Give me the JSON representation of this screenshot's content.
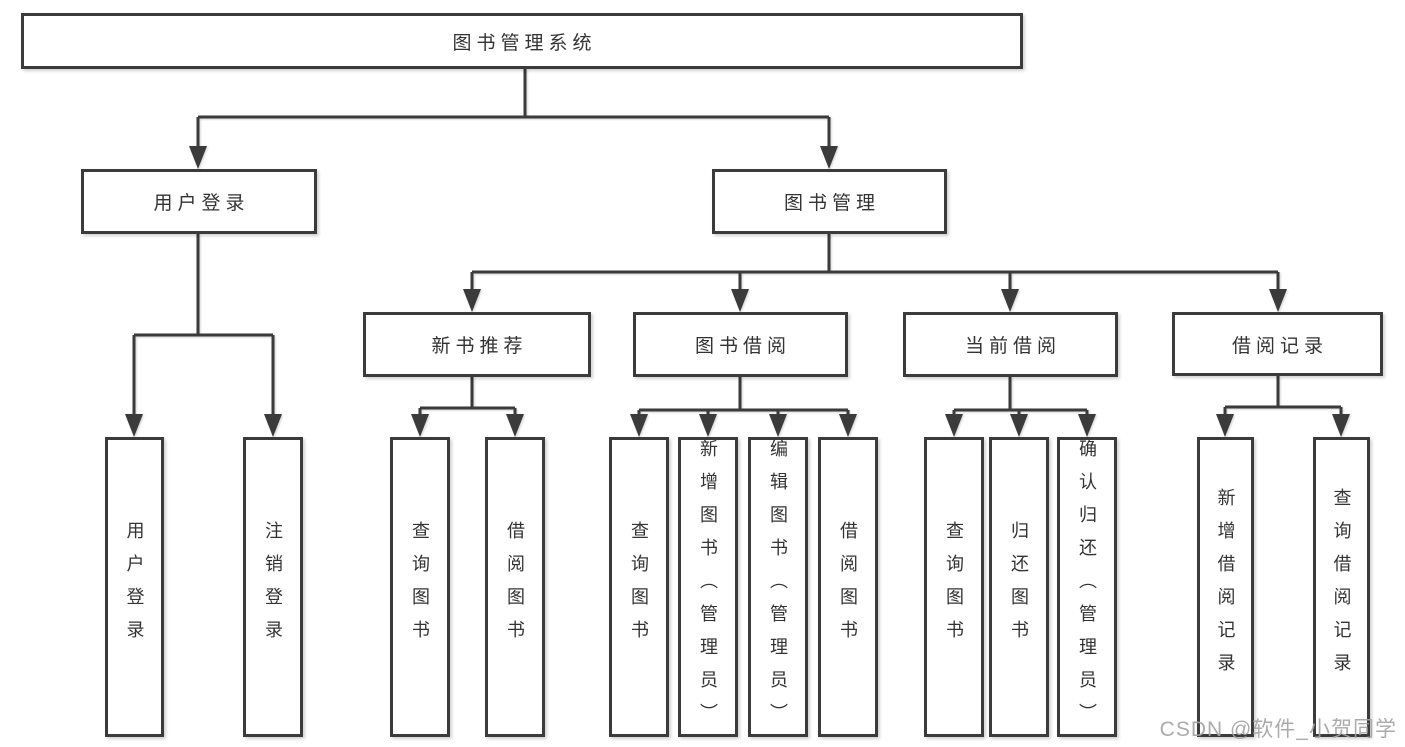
{
  "diagram_title": "图书管理系统",
  "watermark": "CSDN @软件_小贺同学",
  "colors": {
    "line": "#3b3b3b",
    "text": "#333333",
    "watermark": "#a4a4a4",
    "background": "#ffffff"
  },
  "nodes": {
    "root": {
      "label": "图书管理系统"
    },
    "user_login": {
      "label": "用户登录"
    },
    "book_mgmt": {
      "label": "图书管理"
    },
    "new_books": {
      "label": "新书推荐"
    },
    "book_borrow": {
      "label": "图书借阅"
    },
    "current_borrow": {
      "label": "当前借阅"
    },
    "borrow_records": {
      "label": "借阅记录"
    },
    "leaf_user_login": {
      "label": "用户登录"
    },
    "leaf_logout": {
      "label": "注销登录"
    },
    "leaf_query_books_new": {
      "label": "查询图书"
    },
    "leaf_borrow_books_new": {
      "label": "借阅图书"
    },
    "leaf_query_books_borrow": {
      "label": "查询图书"
    },
    "leaf_add_books_admin": {
      "label": "新增图书（管理员）"
    },
    "leaf_edit_books_admin": {
      "label": "编辑图书（管理员）"
    },
    "leaf_borrow_books": {
      "label": "借阅图书"
    },
    "leaf_query_books_current": {
      "label": "查询图书"
    },
    "leaf_return_books": {
      "label": "归还图书"
    },
    "leaf_confirm_return_admin": {
      "label": "确认归还（管理员）"
    },
    "leaf_add_borrow_record": {
      "label": "新增借阅记录"
    },
    "leaf_query_borrow_record": {
      "label": "查询借阅记录"
    }
  },
  "hierarchy": [
    {
      "parent": "图书管理系统",
      "children": [
        "用户登录",
        "图书管理"
      ]
    },
    {
      "parent": "用户登录",
      "children": [
        "用户登录",
        "注销登录"
      ]
    },
    {
      "parent": "图书管理",
      "children": [
        "新书推荐",
        "图书借阅",
        "当前借阅",
        "借阅记录"
      ]
    },
    {
      "parent": "新书推荐",
      "children": [
        "查询图书",
        "借阅图书"
      ]
    },
    {
      "parent": "图书借阅",
      "children": [
        "查询图书",
        "新增图书（管理员）",
        "编辑图书（管理员）",
        "借阅图书"
      ]
    },
    {
      "parent": "当前借阅",
      "children": [
        "查询图书",
        "归还图书",
        "确认归还（管理员）"
      ]
    },
    {
      "parent": "借阅记录",
      "children": [
        "新增借阅记录",
        "查询借阅记录"
      ]
    }
  ]
}
